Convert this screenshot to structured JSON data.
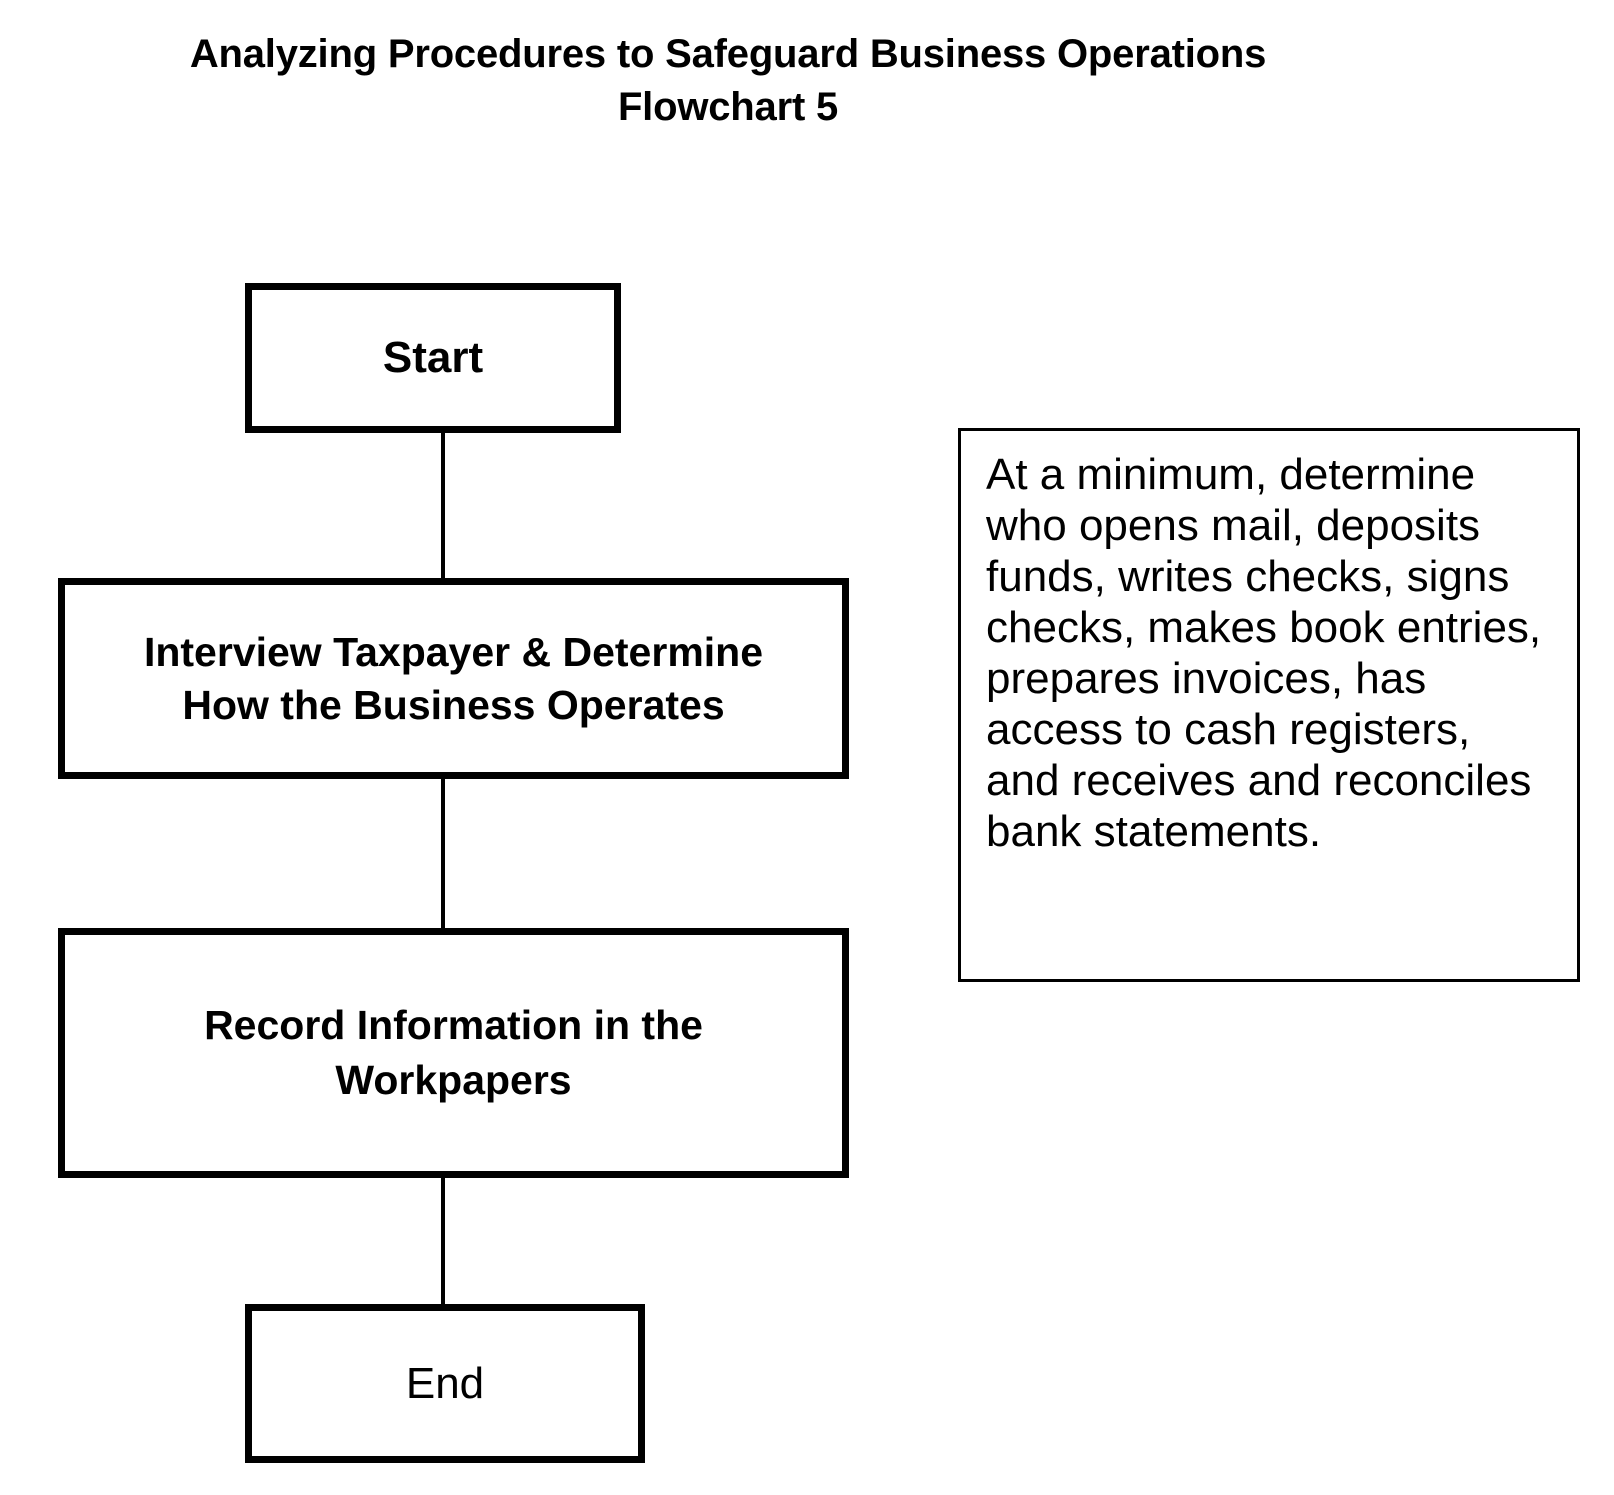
{
  "title": {
    "line1": "Analyzing Procedures to Safeguard Business Operations",
    "line2": "Flowchart 5"
  },
  "flowchart": {
    "nodes": [
      {
        "id": "start",
        "label": "Start",
        "shape": "rectangle",
        "bold": true
      },
      {
        "id": "interview",
        "label_line1": "Interview Taxpayer & Determine",
        "label_line2": "How the Business Operates",
        "shape": "rectangle",
        "bold": true
      },
      {
        "id": "record",
        "label_line1": "Record Information in the",
        "label_line2": "Workpapers",
        "shape": "rectangle",
        "bold": true
      },
      {
        "id": "end",
        "label": "End",
        "shape": "rectangle",
        "bold": false
      }
    ],
    "connectors": [
      {
        "from": "start",
        "to": "interview",
        "style": "plain-line"
      },
      {
        "from": "interview",
        "to": "record",
        "style": "plain-line"
      },
      {
        "from": "record",
        "to": "end",
        "style": "plain-line"
      }
    ]
  },
  "note": {
    "text": "At a minimum, determine who opens mail, deposits funds, writes checks, signs checks, makes book entries, prepares invoices, has access to cash registers, and receives and reconciles bank statements."
  },
  "colors": {
    "background": "#ffffff",
    "stroke": "#000000",
    "text": "#000000"
  }
}
